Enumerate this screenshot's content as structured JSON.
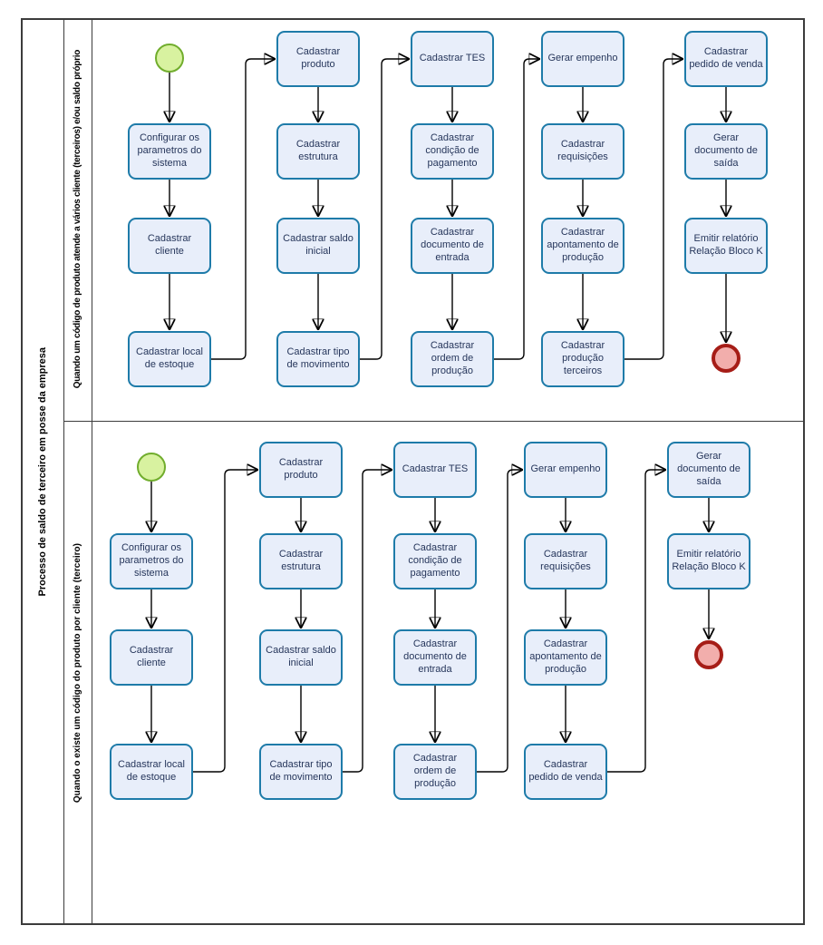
{
  "pool": {
    "label": "Processo de saldo de terceiro em posse da empresa"
  },
  "lanes": [
    {
      "label": "Quando um código de produto atende a vários cliente (terceiros) e/ou saldo próprio",
      "tasks": [
        "Configurar os parametros do sistema",
        "Cadastrar cliente",
        "Cadastrar local de estoque",
        "Cadastrar produto",
        "Cadastrar estrutura",
        "Cadastrar saldo inicial",
        "Cadastrar tipo de movimento",
        "Cadastrar TES",
        "Cadastrar condição de pagamento",
        "Cadastrar documento de entrada",
        "Cadastrar ordem de produção",
        "Gerar empenho",
        "Cadastrar requisições",
        "Cadastrar apontamento de produção",
        "Cadastrar produção terceiros",
        "Cadastrar pedido de venda",
        "Gerar documento de saída",
        "Emitir relatório Relação Bloco K"
      ]
    },
    {
      "label": "Quando o existe um código do produto por cliente (terceiro)",
      "tasks": [
        "Configurar os parametros do sistema",
        "Cadastrar cliente",
        "Cadastrar local de estoque",
        "Cadastrar produto",
        "Cadastrar estrutura",
        "Cadastrar saldo inicial",
        "Cadastrar tipo de movimento",
        "Cadastrar TES",
        "Cadastrar condição de pagamento",
        "Cadastrar documento de entrada",
        "Cadastrar ordem de produção",
        "Gerar empenho",
        "Cadastrar requisições",
        "Cadastrar apontamento de produção",
        "Cadastrar pedido de venda",
        "Gerar documento de saída",
        "Emitir relatório Relação Bloco K"
      ]
    }
  ],
  "colors": {
    "task_fill": "#E8EEFA",
    "task_border": "#1E7BA9",
    "task_text": "#26365B",
    "start_fill": "#D8F2A0",
    "start_border": "#71AD2D",
    "end_fill": "#F2AEAC",
    "end_border": "#A61D17",
    "connector": "#000000"
  }
}
